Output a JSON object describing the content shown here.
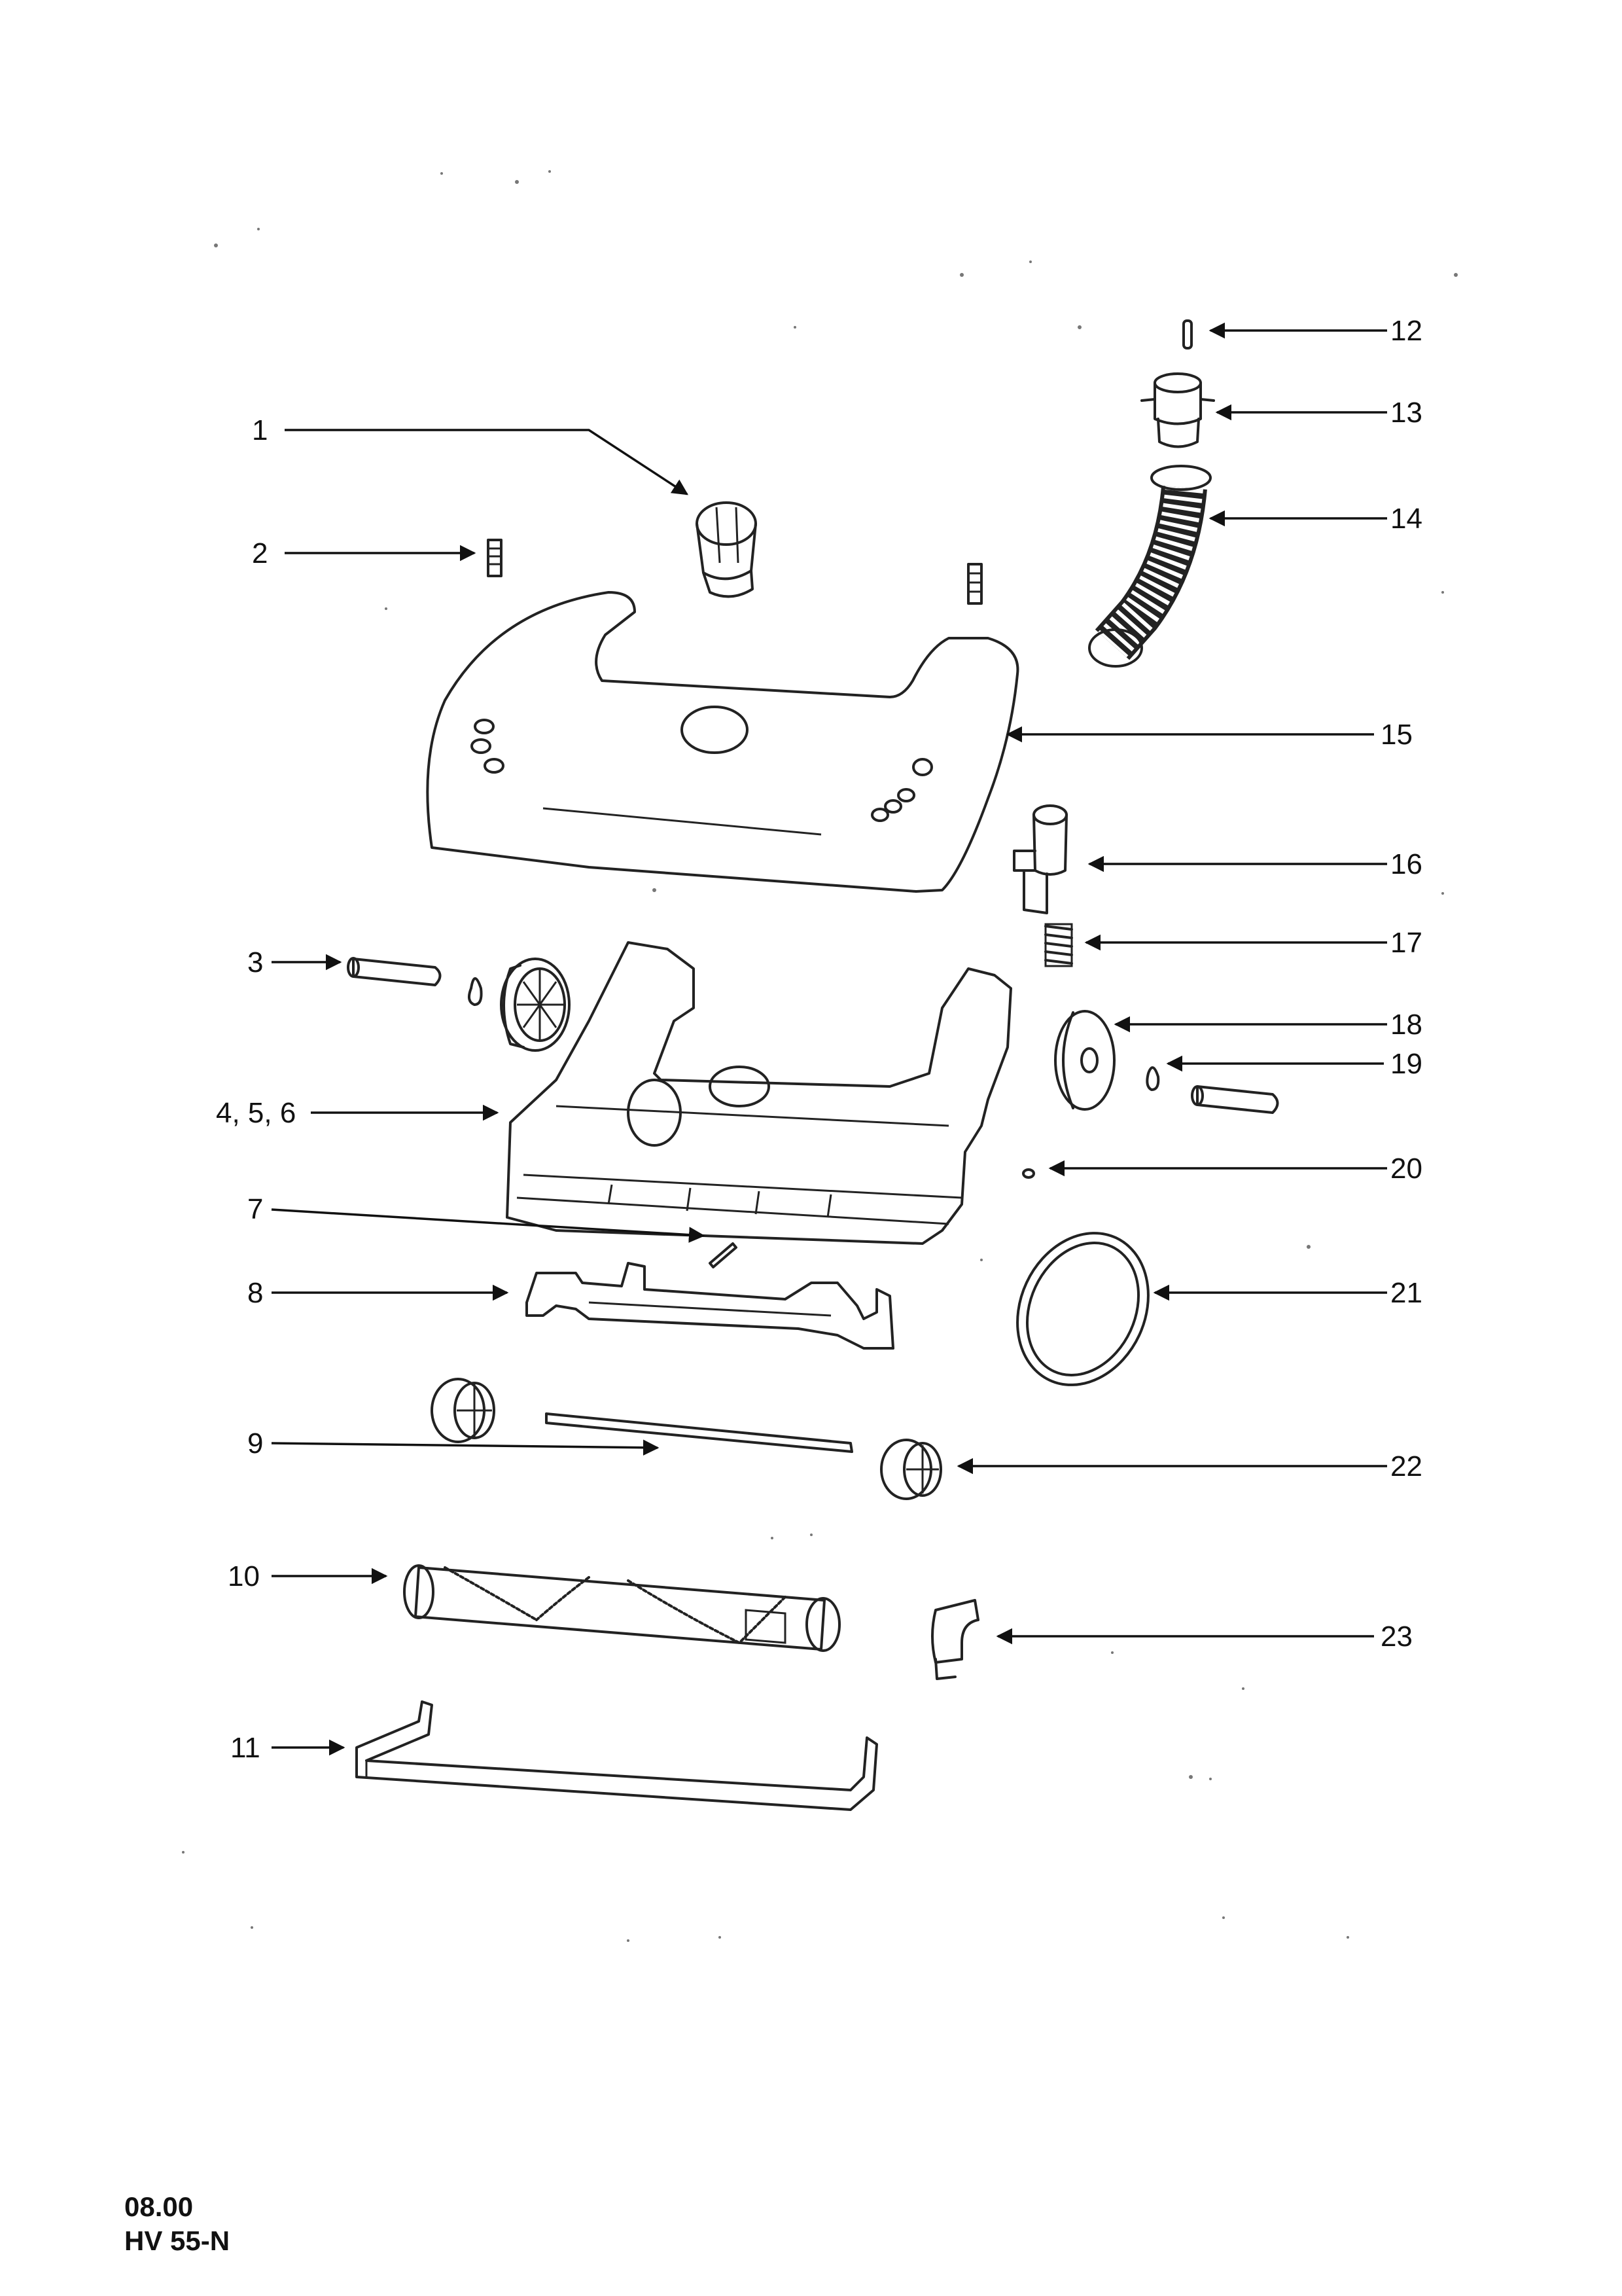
{
  "footer": {
    "date": "08.00",
    "model": "HV 55-N"
  },
  "callouts": [
    {
      "id": "1",
      "label": "1"
    },
    {
      "id": "2",
      "label": "2"
    },
    {
      "id": "3",
      "label": "3"
    },
    {
      "id": "4-5-6",
      "label": "4, 5, 6"
    },
    {
      "id": "7",
      "label": "7"
    },
    {
      "id": "8",
      "label": "8"
    },
    {
      "id": "9",
      "label": "9"
    },
    {
      "id": "10",
      "label": "10"
    },
    {
      "id": "11",
      "label": "11"
    },
    {
      "id": "12",
      "label": "12"
    },
    {
      "id": "13",
      "label": "13"
    },
    {
      "id": "14",
      "label": "14"
    },
    {
      "id": "15",
      "label": "15"
    },
    {
      "id": "16",
      "label": "16"
    },
    {
      "id": "17",
      "label": "17"
    },
    {
      "id": "18",
      "label": "18"
    },
    {
      "id": "19",
      "label": "19"
    },
    {
      "id": "20",
      "label": "20"
    },
    {
      "id": "21",
      "label": "21"
    },
    {
      "id": "22",
      "label": "22"
    },
    {
      "id": "23",
      "label": "23"
    }
  ]
}
